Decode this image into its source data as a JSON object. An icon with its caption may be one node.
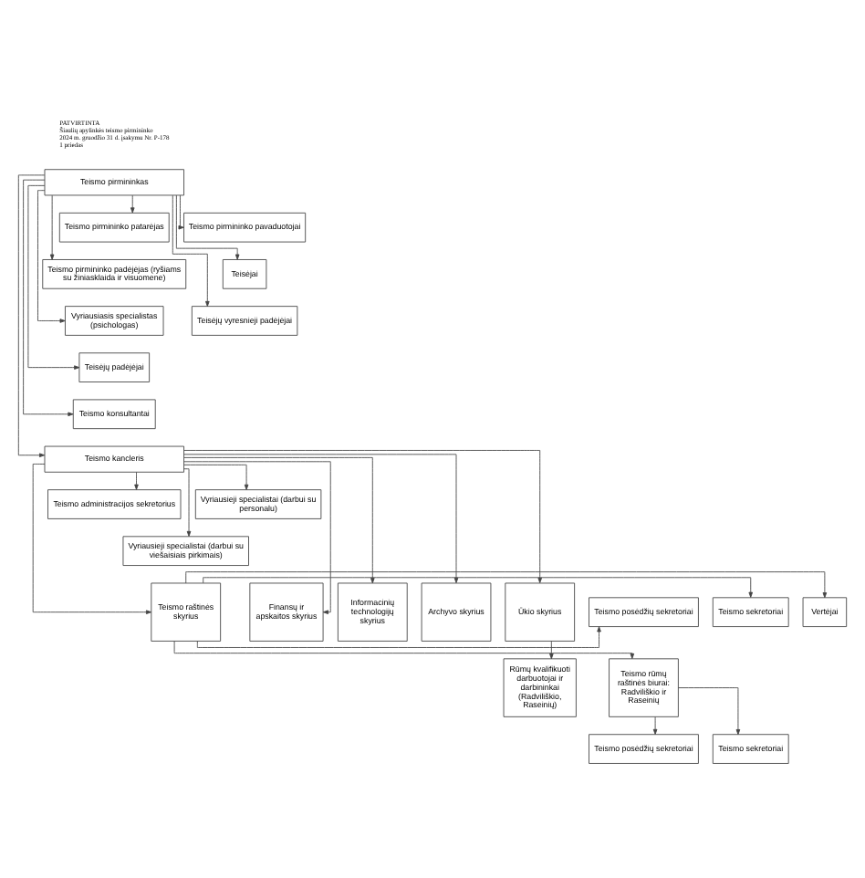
{
  "diagram": {
    "nodes": [
      {
        "text": [
          "Teismo pirmininkas"
        ]
      },
      {
        "text": [
          "Teismo pirmininko patarėjas"
        ]
      },
      {
        "text": [
          "Teismo pirmininko pavaduotojai"
        ]
      },
      {
        "text": [
          "Teismo pirmininko padėjėjas (ryšiams su žiniasklaida ir visuomene)"
        ]
      },
      {
        "text": [
          "Teisėjai"
        ]
      },
      {
        "text": [
          "Vyriausiasis specialistas (psichologas)"
        ]
      },
      {
        "text": [
          "Teisėjų vyresnieji padėjėjai"
        ]
      },
      {
        "text": [
          "Teisėjų padėjėjai"
        ]
      },
      {
        "text": [
          "Teismo konsultantai"
        ]
      },
      {
        "text": [
          "Teismo kancleris"
        ]
      },
      {
        "text": [
          "Teismo administracijos sekretorius"
        ]
      },
      {
        "text": [
          "Vyriausieji specialistai (darbui su personalu)"
        ]
      },
      {
        "text": [
          "Vyriausieji specialistai (darbui su viešaisiais pirkimais)"
        ]
      },
      {
        "text": [
          "Teismo raštinės skyrius"
        ]
      },
      {
        "text": [
          "Finansų ir apskaitos skyrius"
        ]
      },
      {
        "text": [
          "Informacinių technologijų skyrius"
        ]
      },
      {
        "text": [
          "Archyvo skyrius"
        ]
      },
      {
        "text": [
          "Ūkio skyrius"
        ]
      },
      {
        "text": [
          "Teismo posėdžių sekretoriai"
        ]
      },
      {
        "text": [
          "Teismo sekretoriai"
        ]
      },
      {
        "text": [
          "Vertėjai"
        ]
      },
      {
        "text": [
          "Teismo rūmų raštinės biurai: Radviliškio ir Raseinių"
        ]
      },
      {
        "text": [
          "Teismo posėdžių sekretoriai"
        ]
      },
      {
        "text": [
          "Teismo sekretoriai"
        ]
      },
      {
        "text": [
          "Rūmų kvalifikuoti darbuotojai ir darbininkai (Radviliškio, Raseinių)"
        ]
      }
    ],
    "edges": [
      {
        "from": 0,
        "to": 1,
        "arrow": "to"
      },
      {
        "from": 0,
        "to": 2,
        "arrow": "to"
      },
      {
        "from": 0,
        "to": 3,
        "arrow": "to"
      },
      {
        "from": 0,
        "to": 4,
        "arrow": "to"
      },
      {
        "from": 0,
        "to": 5,
        "arrow": "to"
      },
      {
        "from": 0,
        "to": 6,
        "arrow": "to"
      },
      {
        "from": 0,
        "to": 7,
        "arrow": "to"
      },
      {
        "from": 0,
        "to": 8,
        "arrow": "to"
      },
      {
        "from": 0,
        "to": 9,
        "arrow": "to"
      },
      {
        "from": 9,
        "to": 10,
        "arrow": "to"
      },
      {
        "from": 9,
        "to": 11,
        "arrow": "to"
      },
      {
        "from": 9,
        "to": 12,
        "arrow": "to"
      },
      {
        "from": 9,
        "to": 13,
        "arrow": "to"
      },
      {
        "from": 9,
        "to": 14,
        "arrow": "to"
      },
      {
        "from": 9,
        "to": 15,
        "arrow": "to"
      },
      {
        "from": 9,
        "to": 16,
        "arrow": "to"
      },
      {
        "from": 9,
        "to": 17,
        "arrow": "to"
      },
      {
        "from": 13,
        "to": 18,
        "arrow": "to"
      },
      {
        "from": 13,
        "to": 19,
        "arrow": "to"
      },
      {
        "from": 13,
        "to": 20,
        "arrow": "to"
      },
      {
        "from": 13,
        "to": 21,
        "arrow": "to"
      },
      {
        "from": 21,
        "to": 22,
        "arrow": "to"
      },
      {
        "from": 21,
        "to": 23,
        "arrow": "to"
      },
      {
        "from": 17,
        "to": 24,
        "arrow": "to"
      }
    ],
    "labels": [
      "PATVIRTINTA",
      "Šiaulių apylinkės teismo pirmininko",
      "2024 m. gruodžio 31 d. įsakymu Nr. P-178",
      "1 priedas"
    ]
  }
}
